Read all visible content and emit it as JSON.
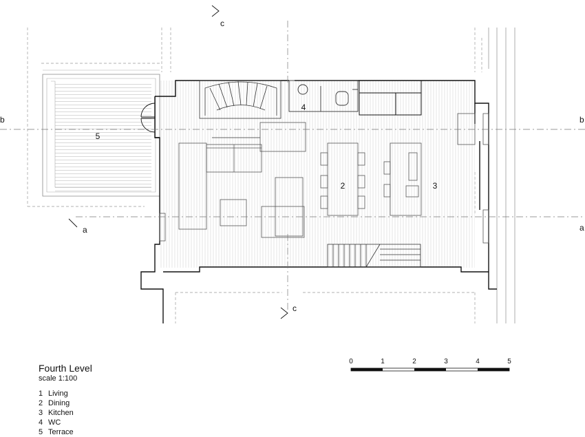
{
  "room_tags": [
    "5",
    "4",
    "2",
    "3"
  ],
  "section_marks": {
    "c": "c",
    "b": "b",
    "a": "a"
  },
  "legend": {
    "title": "Fourth Level",
    "scale": "scale 1:100",
    "items": [
      {
        "number": "1",
        "label": "Living"
      },
      {
        "number": "2",
        "label": "Dining"
      },
      {
        "number": "3",
        "label": "Kitchen"
      },
      {
        "number": "4",
        "label": "WC"
      },
      {
        "number": "5",
        "label": "Terrace"
      }
    ]
  },
  "scale_bar": {
    "ticks": [
      "0",
      "1",
      "2",
      "3",
      "4",
      "5"
    ]
  }
}
